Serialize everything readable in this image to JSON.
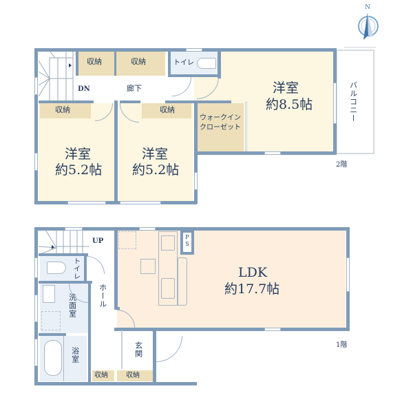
{
  "compass": {
    "label": "N",
    "icon": "north-arrow-compass-icon"
  },
  "colors": {
    "wall": "#7f9bb8",
    "room_cream": "#fdf6e0",
    "storage": "#ecdfb9",
    "wet_area": "#eaf0f8",
    "ldk": "#fdeede",
    "text": "#243b5e"
  },
  "floor2": {
    "floor_label": "2階",
    "stairs_label": "DN",
    "hallway_label": "廊下",
    "toilet_label": "トイレ",
    "storage_top_1": "収納",
    "storage_top_2": "収納",
    "storage_room1": "収納",
    "storage_room2": "収納",
    "walk_in_closet": "ウォークイン\nクローゼット",
    "walk_in_closet_line1": "ウォークイン",
    "walk_in_closet_line2": "クローゼット",
    "master_room": {
      "name": "洋室",
      "size": "約8.5帖"
    },
    "room1": {
      "name": "洋室",
      "size": "約5.2帖"
    },
    "room2": {
      "name": "洋室",
      "size": "約5.2帖"
    },
    "balcony_label": "バルコニー"
  },
  "floor1": {
    "floor_label": "1階",
    "stairs_label": "UP",
    "toilet_label": "トイレ",
    "washroom_label": "洗面室",
    "bathroom_label": "浴室",
    "hall_label": "ホール",
    "entrance_label": "玄関",
    "storage_1": "収納",
    "storage_2": "収納",
    "ps_label": "PS",
    "ldk": {
      "name": "LDK",
      "size": "約17.7帖"
    }
  }
}
